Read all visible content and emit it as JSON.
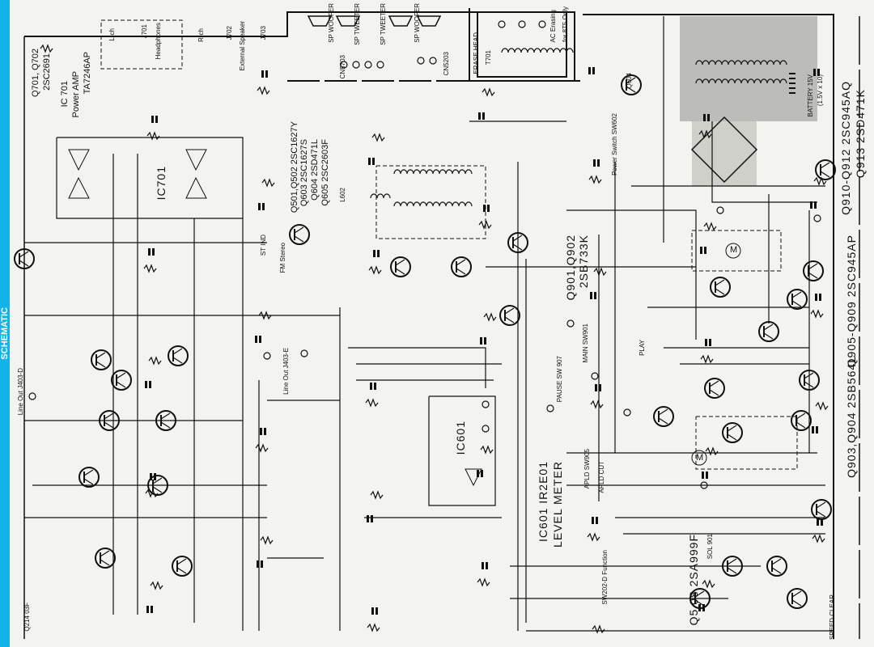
{
  "side_strip": {
    "text": "SCHEMATIC",
    "color": "#12b4e8"
  },
  "colors": {
    "background": "#f3f3ef",
    "ink": "#111111",
    "shade": "#8e8e8a"
  },
  "labels": {
    "q701": "Q701, Q702",
    "q701_type": "2SC2691",
    "ic701_title": "IC 701",
    "ic701_func": "Power AMP",
    "ic701_type": "TA7246AP",
    "ic701_block": "IC701",
    "j701": "J701",
    "headphones": "Headphones",
    "lch": "L-ch",
    "rch": "R-ch",
    "j702": "J702",
    "ext_speaker": "External Speaker",
    "j703": "J703",
    "sp_woofer_l": "SP WOOFER",
    "sp_tweeter_l": "SP TWEETER",
    "sp_tweeter_r": "SP TWEETER",
    "sp_woofer_r": "SP WOOFER",
    "cn5703": "CN5703",
    "cn5203": "CN5203",
    "erase_head": "ERASE HEAD",
    "t701": "T701",
    "ac_erasing": "AC Erasing",
    "for_only": "for 8T5 Only",
    "q501": "Q501,Q502 2SC1627Y",
    "q603": "Q603  2SC1627S",
    "q604": "Q604  2SD471L",
    "q605": "Q605  2SC2603F",
    "l602": "L602",
    "q901": "Q901,Q902",
    "q901_type": "2SB733K",
    "q604_label": "Q604",
    "power_switch": "Power Switch SW602",
    "battery": "BATTERY 15V",
    "battery_cells": "(1.5V x 10)",
    "q910": "Q910-Q912  2SC945AQ",
    "q913": "Q913  2SD471K",
    "q903": "Q903,Q904  2SB564L",
    "q905": "Q905-Q909  2SC945AP",
    "ic601_block": "IC601",
    "ic601": "IC601  IR2E01",
    "level_meter": "LEVEL METER",
    "pause": "PAUSE SW 907",
    "main_sw": "MAIN SW901",
    "play": "PLAY",
    "apld_sw": "APLD SW905",
    "apld_cut": "APLD CUT",
    "function_sw": "SW202-D Function",
    "q508": "Q5 08  2SA999F",
    "sol": "SOL 901",
    "line_out": "Line Out J403-E",
    "line_out_l": "Line Out J403-D",
    "fm_stereo": "FM Stereo",
    "st_ind": "ST IND",
    "q214": "Q214 03F",
    "speed_clear": "SPEED CLEAR",
    "motor": "M",
    "motor2": "M"
  }
}
